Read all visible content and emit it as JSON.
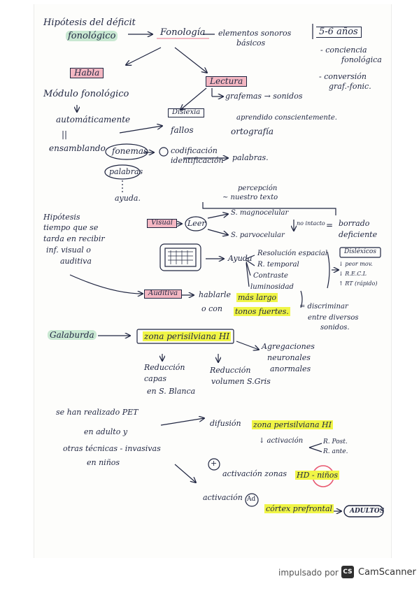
{
  "notes": {
    "hipotesis_title": "Hipótesis del déficit",
    "fonologico": "fonológico",
    "fonologia": "Fonología",
    "elementos": "elementos sonoros",
    "basicos": "básicos",
    "edad_box": "5-6 años",
    "conciencia": "- conciencia",
    "conciencia2": "fonológica",
    "conversion": "- conversión",
    "conversion2": "graf.-fonic.",
    "habla": "Habla",
    "lectura": "Lectura",
    "modulo": "Módulo fonológico",
    "grafemas": "grafemas → sonidos",
    "aprendido": "aprendido conscientemente.",
    "dislexia": "Dislexia",
    "fallos": "fallos",
    "ortografia": "ortografía",
    "automaticamente": "automáticamente",
    "ensamblando": "ensamblando",
    "fonemas": "fonemas",
    "codificacion": "codificación",
    "identificacion": "identificación",
    "palabras_right": "palabras.",
    "palabras_oval": "palabras",
    "ayuda": "ayuda.",
    "percepcion": "percepción",
    "nuestro_texto": "~ nuestro texto",
    "hipotesis_2": "Hipótesis",
    "tiempo": "tiempo que se",
    "tarda": "tarda en recibir",
    "inf_visual": "inf. visual o",
    "auditiva_1": "auditiva",
    "visual_box": "Visual",
    "leer": "Leer",
    "magnocelular": "S. magnocelular",
    "no_intacto": "no intacto",
    "borrado": "borrado",
    "deficiente": "deficiente",
    "parvocelular": "S. parvocelular",
    "ayuda_mayus": "Ayuda",
    "resolucion": "Resolución espacial",
    "r_temporal": "R. temporal",
    "contraste": "Contraste",
    "luminosidad": "luminosidad",
    "dislexicos": "Disléxicos",
    "peor_mov": "↓ peor mov.",
    "rec": "↓ R.E.C.L",
    "rt": "↑ RT (rápido)",
    "auditiva_box": "Auditiva",
    "hablarle": "hablarle",
    "mas_largo": "más largo",
    "o_con": "o con",
    "tonos_fuertes": "tonos fuertes.",
    "discriminar": "= discriminar",
    "entre_diversos": "entre diversos",
    "sonidos": "sonidos.",
    "galaburda": "Galaburda",
    "zona_perisilviana": "zona perisilviana HI",
    "agregaciones": "Agregaciones",
    "neuronales": "neuronales",
    "anormales": "anormales",
    "reduccion_capas": "Reducción",
    "capas": "capas",
    "en_sblanca": "en S. Blanca",
    "reduccion_vol": "Reducción",
    "volumen": "volumen S.Gris",
    "pet_1": "se han realizado PET",
    "pet_2": "en adulto y",
    "pet_3": "otras técnicas - invasivas",
    "pet_4": "en niños",
    "difusion": "difusión",
    "zona_perisilviana_2": "zona perisilviana HI",
    "activacion": "↓ activación",
    "r_post": "R. Post.",
    "r_ante": "R. ante.",
    "plus": "+",
    "activacion_zonas": "activación zonas",
    "hd_ninos": "HD - niños",
    "activacion_2": "activación",
    "ad": "Ad",
    "cortex": "córtex prefrontal",
    "adultos": "ADULTOS",
    "double_line": "=",
    "parallel": "||"
  },
  "footer": {
    "powered_by": "impulsado por",
    "brand_logo": "CS",
    "brand": "CamScanner"
  },
  "colors": {
    "ink": "#1f2540",
    "highlight_yellow": "#f0f546",
    "highlight_pink": "#f4b7c2",
    "highlight_green": "#44b468",
    "circle_pink": "#e8566e"
  }
}
